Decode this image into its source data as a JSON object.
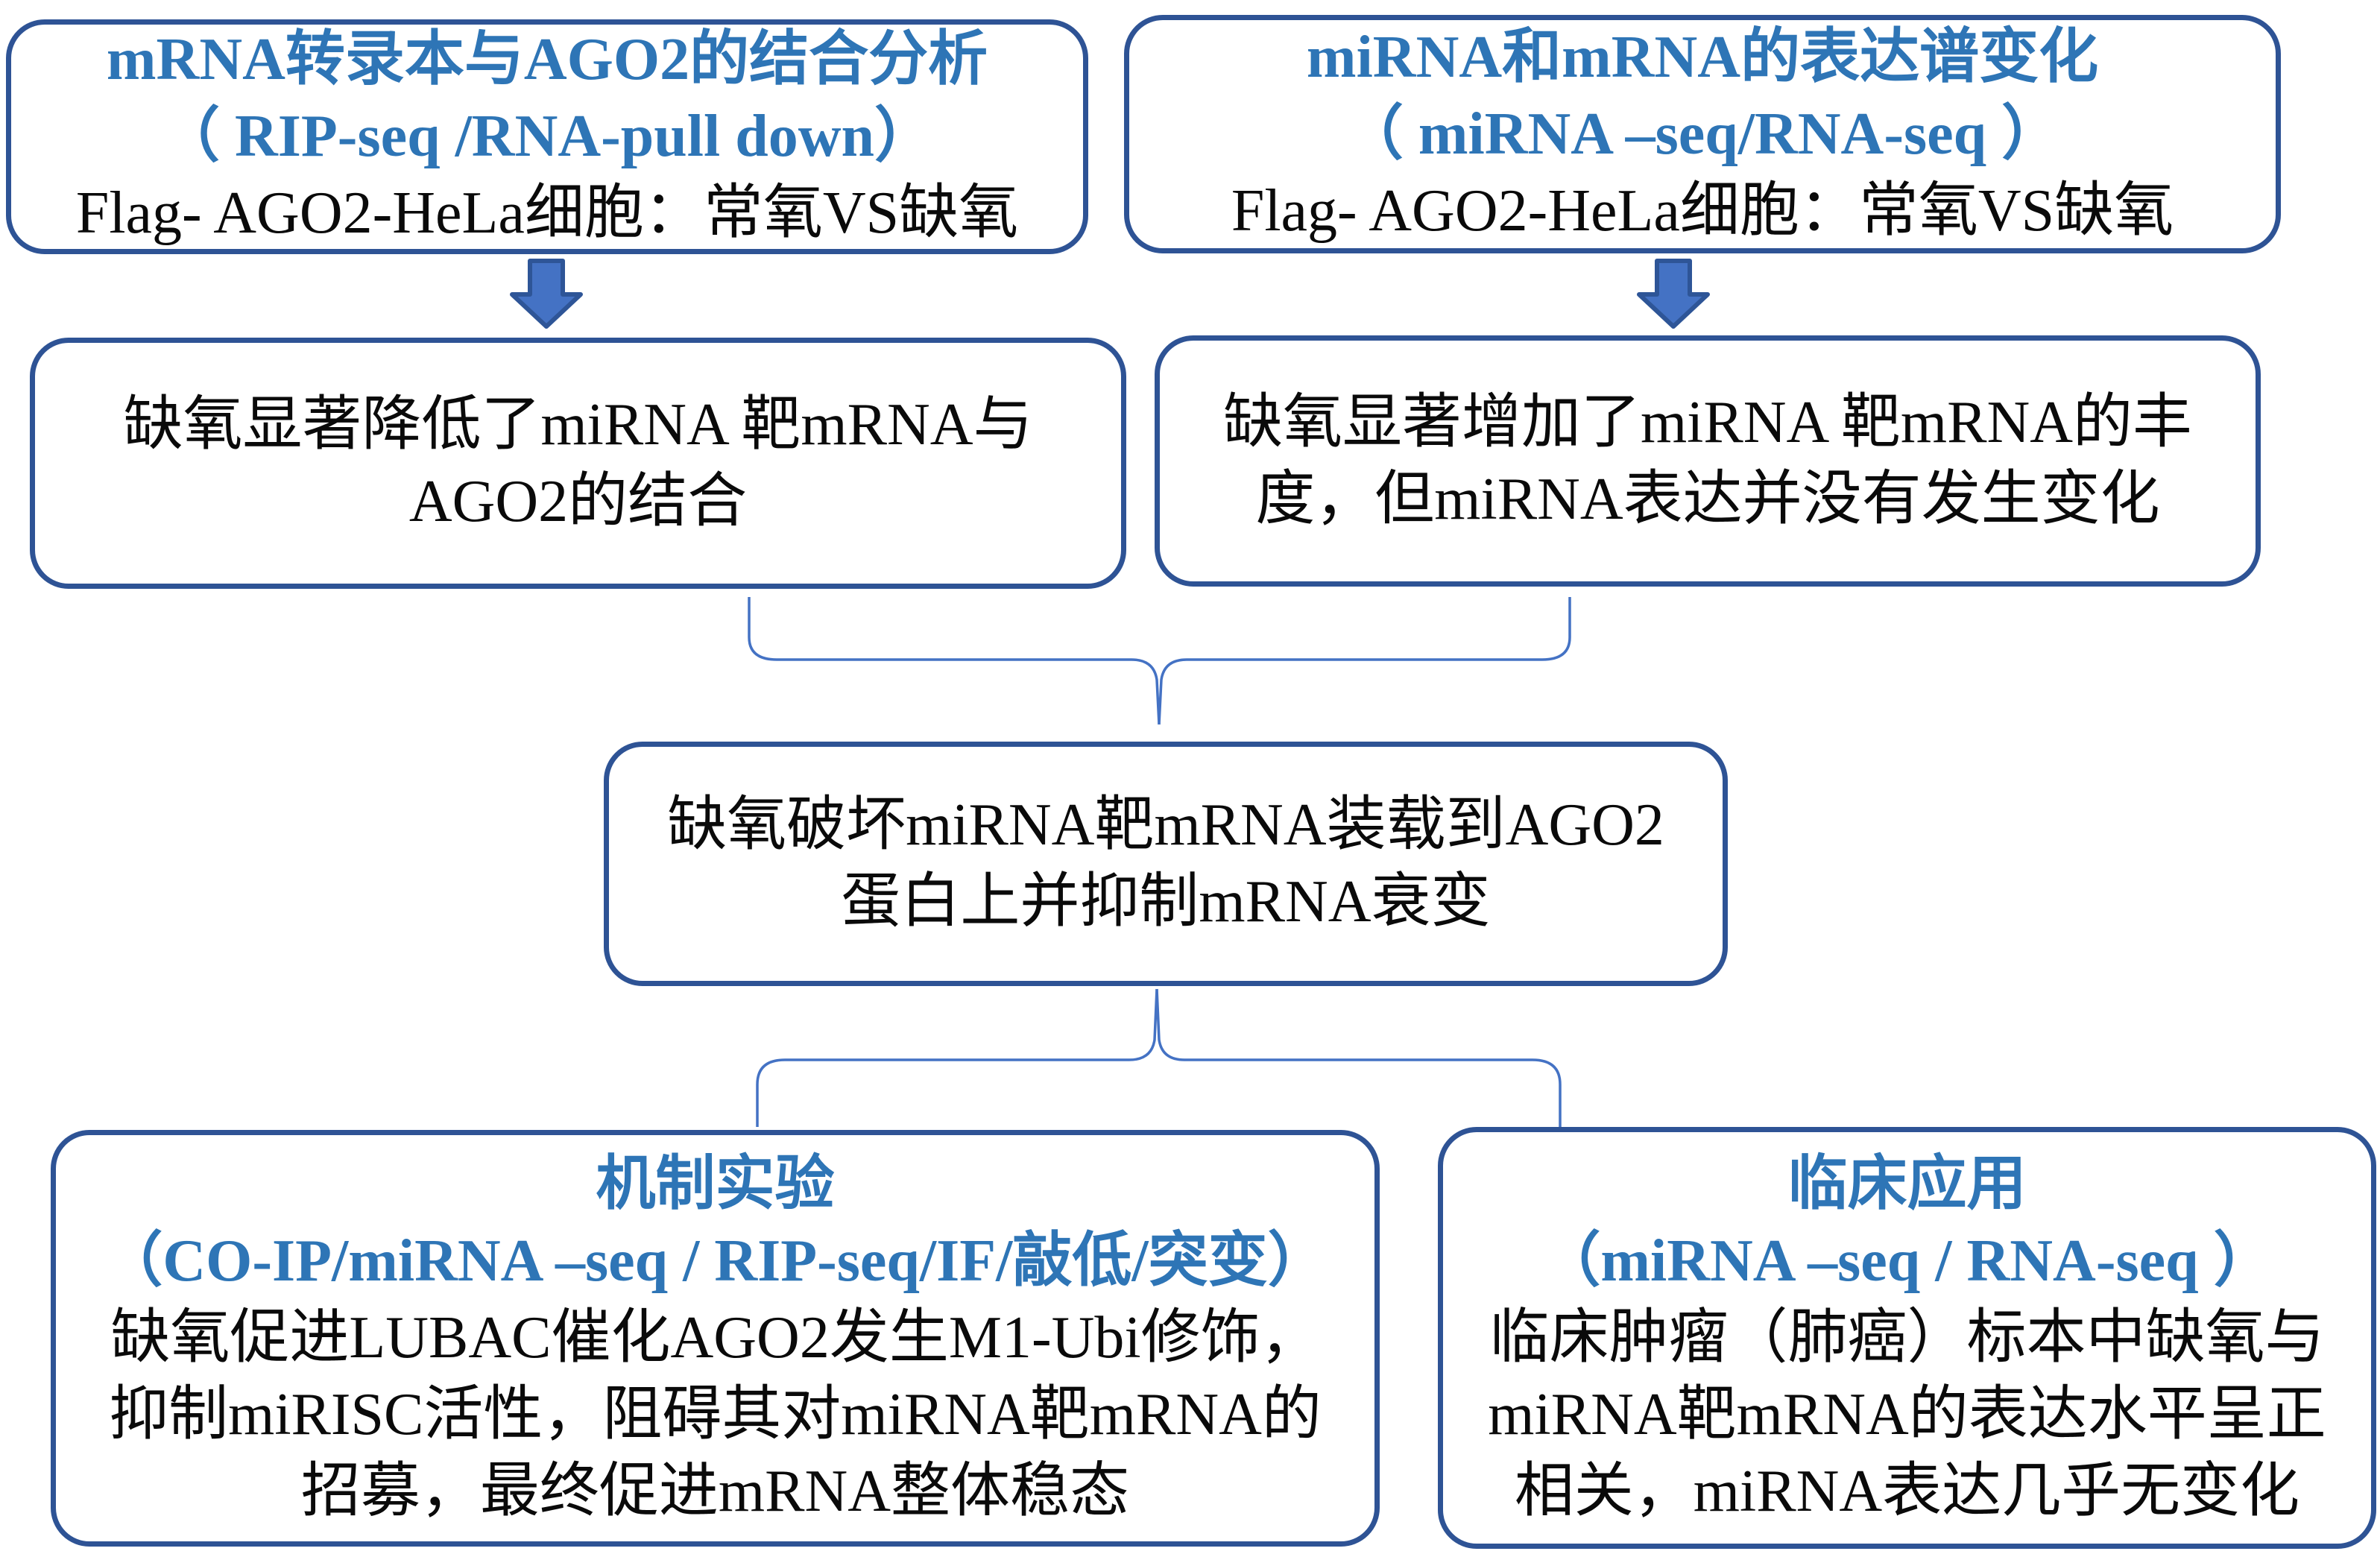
{
  "colors": {
    "background": "#FFFFFF",
    "box_border": "#2E5395",
    "header_blue": "#2E75B6",
    "body_text": "#0A0A0A",
    "arrow_fill": "#4472C4",
    "arrow_outline": "#2E5597",
    "connector_line": "#4472C4"
  },
  "boxes": {
    "top_left": {
      "title": "mRNA转录本与AGO2的结合分析",
      "subtitle": "（ RIP-seq /RNA-pull down）",
      "body": "Flag- AGO2-HeLa细胞：常氧VS缺氧"
    },
    "top_right": {
      "title": "miRNA和mRNA的表达谱变化",
      "subtitle": "（ miRNA –seq/RNA-seq ）",
      "body": "Flag- AGO2-HeLa细胞：常氧VS缺氧"
    },
    "mid_left": {
      "lines": [
        "缺氧显著降低了miRNA 靶mRNA与",
        "AGO2的结合"
      ]
    },
    "mid_right": {
      "lines": [
        "缺氧显著增加了miRNA 靶mRNA的丰",
        "度，但miRNA表达并没有发生变化"
      ]
    },
    "center": {
      "lines": [
        "缺氧破坏miRNA靶mRNA装载到AGO2",
        "蛋白上并抑制mRNA衰变"
      ]
    },
    "bottom_left": {
      "title": "机制实验",
      "subtitle": "（CO-IP/miRNA –seq / RIP-seq/IF/敲低/突变）",
      "lines": [
        "缺氧促进LUBAC催化AGO2发生M1-Ubi修饰，",
        "抑制miRISC活性，阻碍其对miRNA靶mRNA的",
        "招募，最终促进mRNA整体稳态"
      ]
    },
    "bottom_right": {
      "title": "临床应用",
      "subtitle": "（miRNA –seq / RNA-seq ）",
      "lines": [
        "临床肿瘤（肺癌）标本中缺氧与",
        "miRNA靶mRNA的表达水平呈正",
        "相关，miRNA表达几乎无变化"
      ]
    }
  }
}
